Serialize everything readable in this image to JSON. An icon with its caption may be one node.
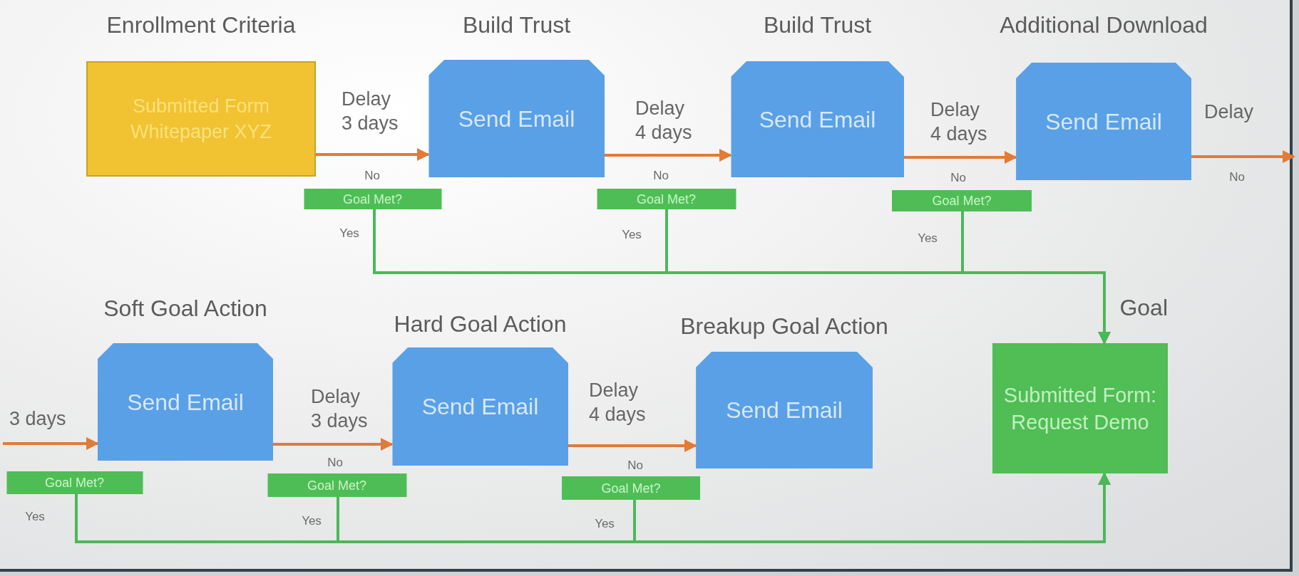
{
  "diagram": {
    "nodes": [
      {
        "text": [
          "Enrollment Criteria",
          "Submitted Form Whitepaper XYZ"
        ]
      },
      {
        "text": [
          "Build Trust",
          "Send Email"
        ]
      },
      {
        "text": [
          "Build Trust",
          "Send Email"
        ]
      },
      {
        "text": [
          "Additional Download",
          "Send Email"
        ]
      },
      {
        "text": [
          "Goal Met?"
        ],
        "beside": [
          "No",
          "Yes"
        ]
      },
      {
        "text": [
          "Goal Met?"
        ],
        "beside": [
          "No",
          "Yes"
        ]
      },
      {
        "text": [
          "Goal Met?"
        ],
        "beside": [
          "No",
          "Yes"
        ]
      },
      {
        "text": [
          "Soft Goal Action",
          "Send Email"
        ]
      },
      {
        "text": [
          "Hard Goal Action",
          "Send Email"
        ]
      },
      {
        "text": [
          "Breakup Goal Action",
          "Send Email"
        ]
      },
      {
        "text": [
          "Goal",
          "Submitted Form: Request Demo"
        ]
      },
      {
        "text": [
          "Goal Met?"
        ],
        "beside": [
          "Yes"
        ]
      },
      {
        "text": [
          "Goal Met?"
        ],
        "beside": [
          "No",
          "Yes"
        ]
      },
      {
        "text": [
          "Goal Met?"
        ],
        "beside": [
          "No",
          "Yes"
        ]
      }
    ],
    "edges": [
      {
        "from": 0,
        "to": 1,
        "arrow": "to",
        "label": "Delay 3 days"
      },
      {
        "from": 1,
        "to": 2,
        "arrow": "to",
        "label": "Delay 4 days"
      },
      {
        "from": 2,
        "to": 3,
        "arrow": "to",
        "label": "Delay 4 days"
      },
      {
        "from": 3,
        "to": null,
        "arrow": "to",
        "label": "Delay"
      },
      {
        "from": null,
        "to": 7,
        "arrow": "to",
        "label": "3 days"
      },
      {
        "from": 7,
        "to": 8,
        "arrow": "to",
        "label": "Delay 3 days"
      },
      {
        "from": 8,
        "to": 9,
        "arrow": "to",
        "label": "Delay 4 days"
      },
      {
        "from": 4,
        "to": 10,
        "arrow": "to",
        "color": "#4cb85a"
      },
      {
        "from": 5,
        "to": 10,
        "arrow": "to",
        "color": "#4cb85a"
      },
      {
        "from": 6,
        "to": 10,
        "arrow": "to",
        "color": "#4cb85a"
      },
      {
        "from": 11,
        "to": 10,
        "arrow": "to",
        "color": "#4cb85a"
      },
      {
        "from": 12,
        "to": 10,
        "arrow": "to",
        "color": "#4cb85a"
      },
      {
        "from": 13,
        "to": 10,
        "arrow": "to",
        "color": "#4cb85a"
      }
    ],
    "labels": [
      "No"
    ]
  }
}
